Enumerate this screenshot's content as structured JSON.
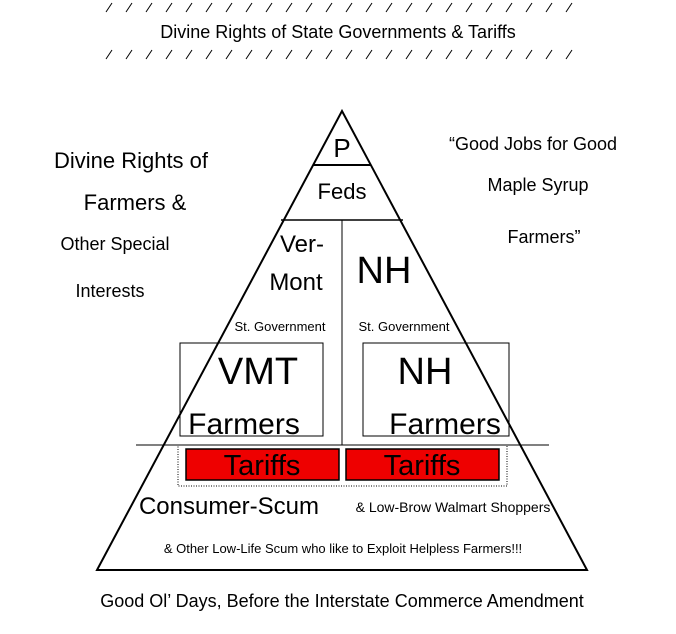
{
  "header": {
    "title": "Divine Rights of State Governments & Tariffs"
  },
  "left_note": {
    "line1": "Divine Rights of",
    "line2": "Farmers &",
    "line3": "Other Special",
    "line4": "Interests"
  },
  "right_quote": {
    "line1": "“Good Jobs for Good",
    "line2": "Maple Syrup",
    "line3": "Farmers”"
  },
  "pyramid": {
    "apex": "P",
    "feds": "Feds",
    "vermont_line1": "Ver-",
    "vermont_line2": "Mont",
    "vermont_sub": "St. Government",
    "nh": "NH",
    "nh_sub": "St. Government",
    "vmt_farmers_line1": "VMT",
    "vmt_farmers_line2": "Farmers",
    "nh_farmers_line1": "NH",
    "nh_farmers_line2": "Farmers",
    "tariff_left": "Tariffs",
    "tariff_right": "Tariffs",
    "consumer": "Consumer-Scum",
    "consumer_extra": "& Low-Brow Walmart Shoppers",
    "bottom_line": "& Other Low-Life Scum who like to Exploit Helpless Farmers!!!"
  },
  "footer": {
    "caption": "Good Ol’ Days, Before the Interstate Commerce Amendment"
  },
  "colors": {
    "tariff_fill": "#ee0000",
    "line": "#000000"
  }
}
